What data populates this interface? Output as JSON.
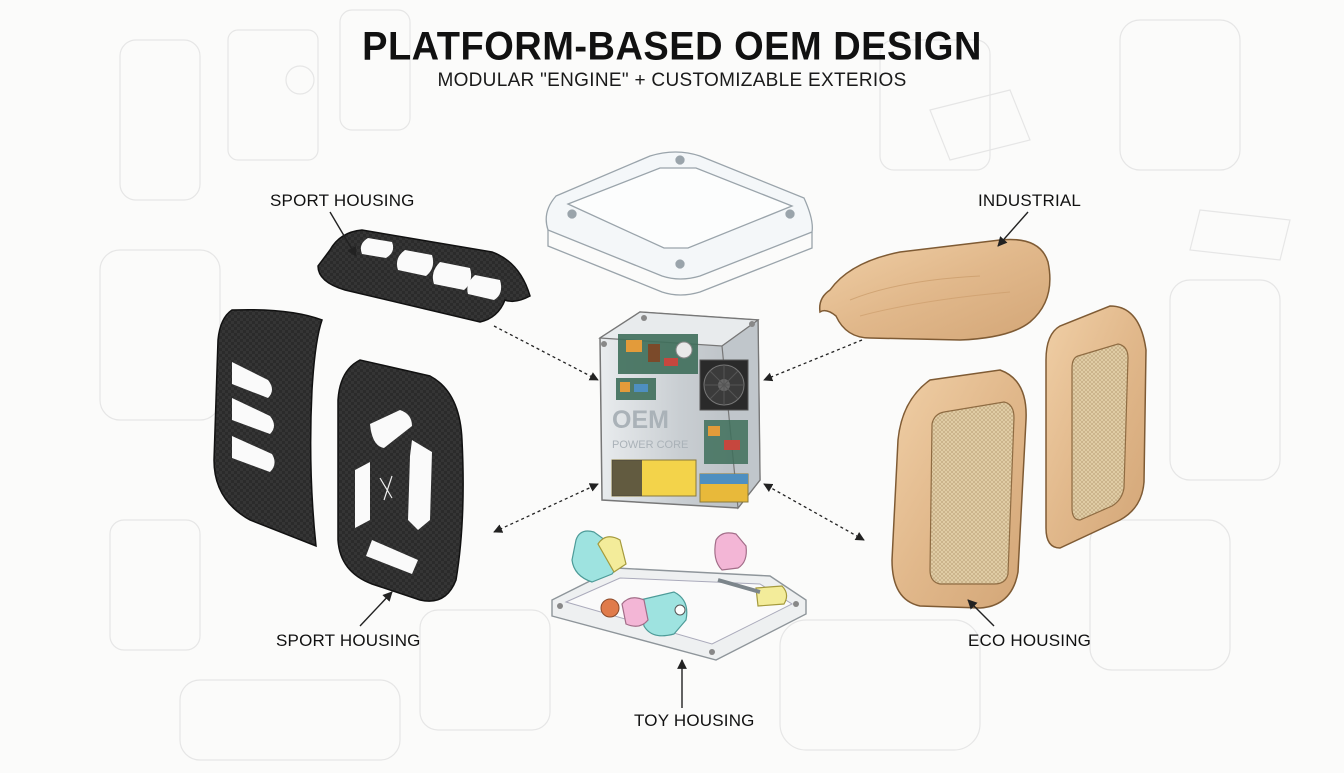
{
  "title": "PLATFORM-BASED OEM DESIGN",
  "subtitle": "MODULAR \"ENGINE\" + CUSTOMIZABLE EXTERIOS",
  "core": {
    "brand": "OEM",
    "name": "POWER CORE"
  },
  "labels": {
    "sport_top": "SPORT HOUSING",
    "industrial": "INDUSTRIAL",
    "sport_bottom": "SPORT HOUSING",
    "eco": "ECO HOUSING",
    "toy": "TOY HOUSING"
  },
  "colors": {
    "carbon": "#2a2a2a",
    "wood": "#e3bd92",
    "mesh": "#d8c6a2",
    "metal": "#cdd2d6",
    "glass": "#eef3f6",
    "toy_cyan": "#9ee3e0",
    "toy_yellow": "#f3ec9a",
    "toy_pink": "#f3b6d6"
  }
}
